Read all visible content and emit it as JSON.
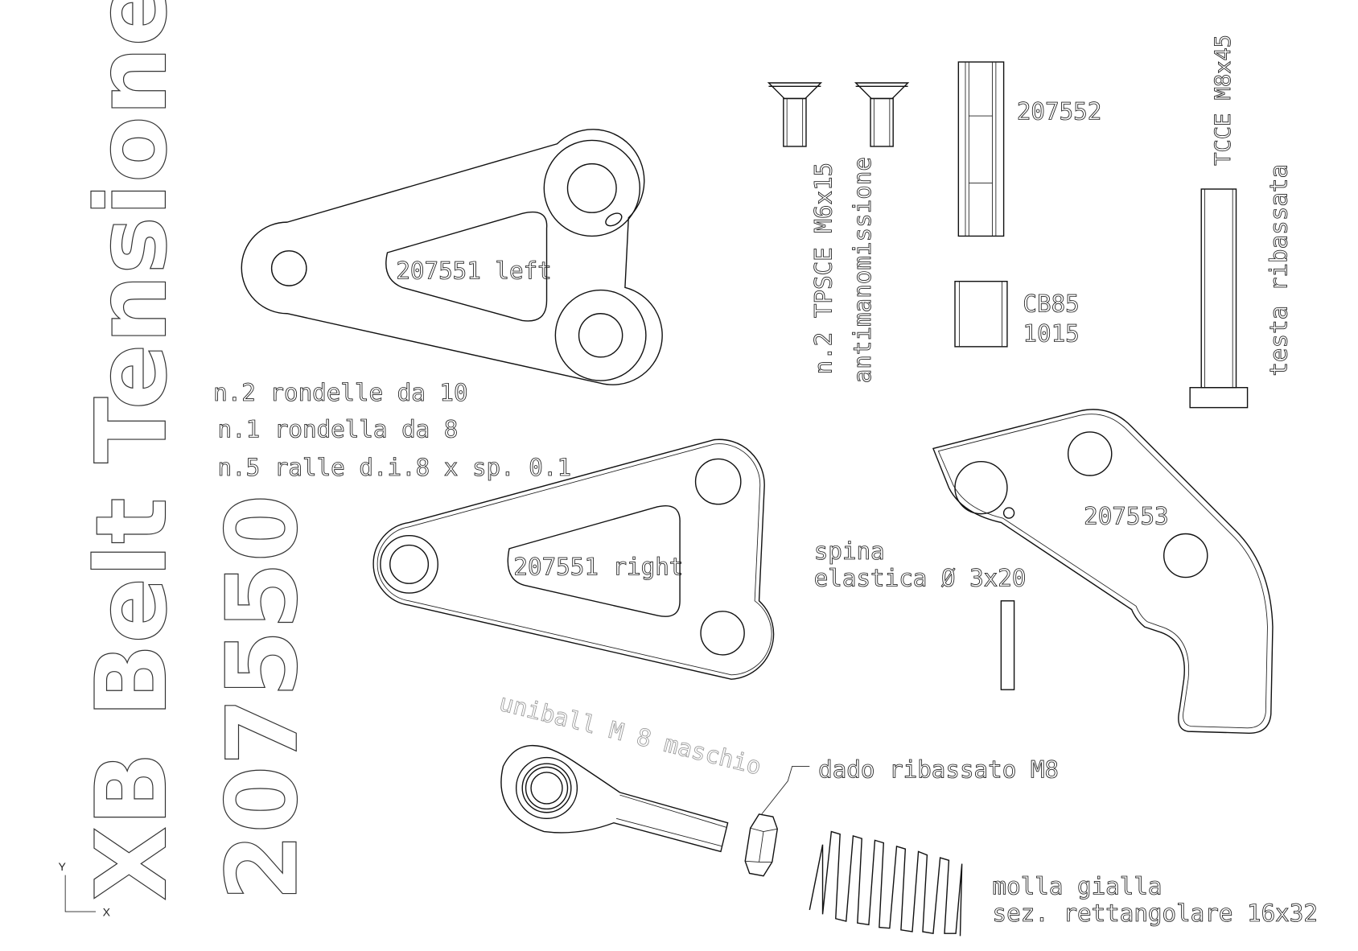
{
  "title": "XB Belt Tensioner",
  "part_number": "207550",
  "parts": {
    "left_arm": "207551 left",
    "right_arm": "207551 right",
    "spacer": "207552",
    "bushing_line1": "CB85",
    "bushing_line2": "1015",
    "plate": "207553",
    "screws_line1": "n.2 TPSCE M6x15",
    "screws_line2": "antimanomissione",
    "bolt_line1": "TCCE M8x45",
    "bolt_line2": "testa ribassata",
    "pin_line1": "spina",
    "pin_line2": "elastica Ø 3x20",
    "uniball": "uniball M 8 maschio",
    "nut": "dado ribassato M8",
    "spring_line1": "molla gialla",
    "spring_line2": "sez. rettangolare 16x32"
  },
  "notes": [
    "n.2 rondelle da 10",
    "n.1 rondella da 8",
    "n.5 ralle d.i.8 x sp. 0.1"
  ],
  "axes": {
    "y": "Y",
    "x": "X"
  }
}
